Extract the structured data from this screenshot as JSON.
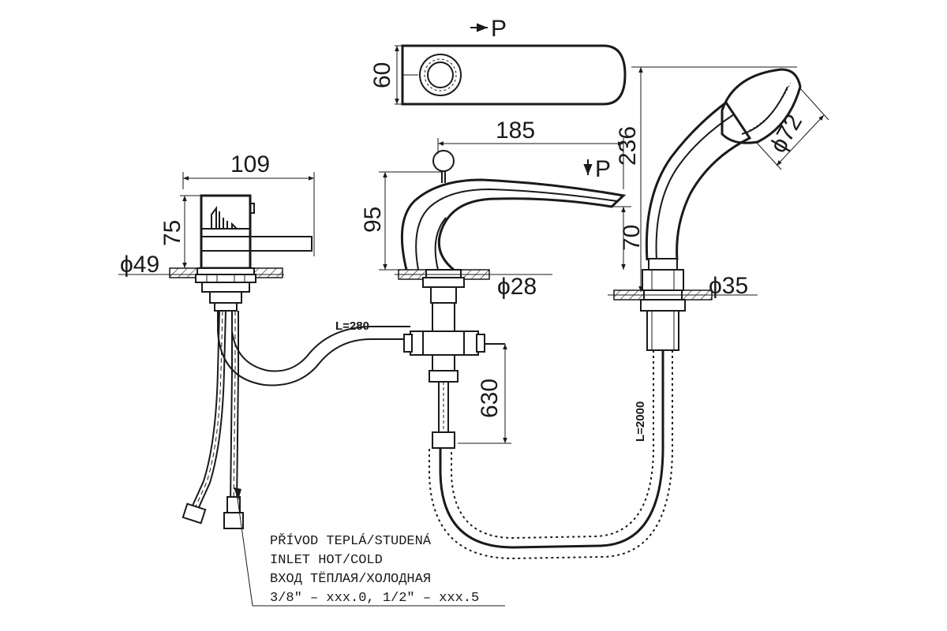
{
  "dimensions": {
    "p_top": "P",
    "d60": "60",
    "d185": "185",
    "p_side": "P",
    "d236": "236",
    "d72": "ϕ72",
    "d109": "109",
    "d75": "75",
    "d95": "95",
    "d70": "70",
    "d49": "ϕ49",
    "d28": "ϕ28",
    "d35": "ϕ35",
    "d630": "630",
    "hose_spout": "L=280",
    "hose_shower": "L=2000"
  },
  "note": {
    "line1": "PŘÍVOD TEPLÁ/STUDENÁ",
    "line2": "INLET HOT/COLD",
    "line3": "ВХОД ТЁПЛАЯ/ХОЛОДНАЯ",
    "line4": "3/8\" – xxx.0, 1/2\" – xxx.5"
  }
}
